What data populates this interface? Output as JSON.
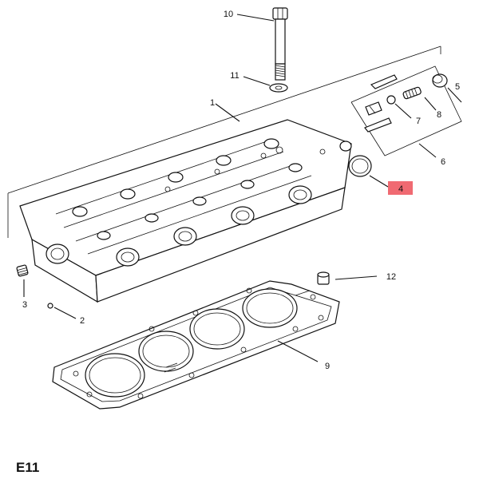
{
  "diagram_code": "E11",
  "highlight_color": "#f06a72",
  "callouts": [
    {
      "id": "c1",
      "label": "1"
    },
    {
      "id": "c2",
      "label": "2"
    },
    {
      "id": "c3",
      "label": "3"
    },
    {
      "id": "c4",
      "label": "4",
      "highlighted": true
    },
    {
      "id": "c5",
      "label": "5"
    },
    {
      "id": "c6",
      "label": "6"
    },
    {
      "id": "c7",
      "label": "7"
    },
    {
      "id": "c8",
      "label": "8"
    },
    {
      "id": "c9",
      "label": "9"
    },
    {
      "id": "c10",
      "label": "10"
    },
    {
      "id": "c11",
      "label": "11"
    },
    {
      "id": "c12",
      "label": "12"
    }
  ]
}
